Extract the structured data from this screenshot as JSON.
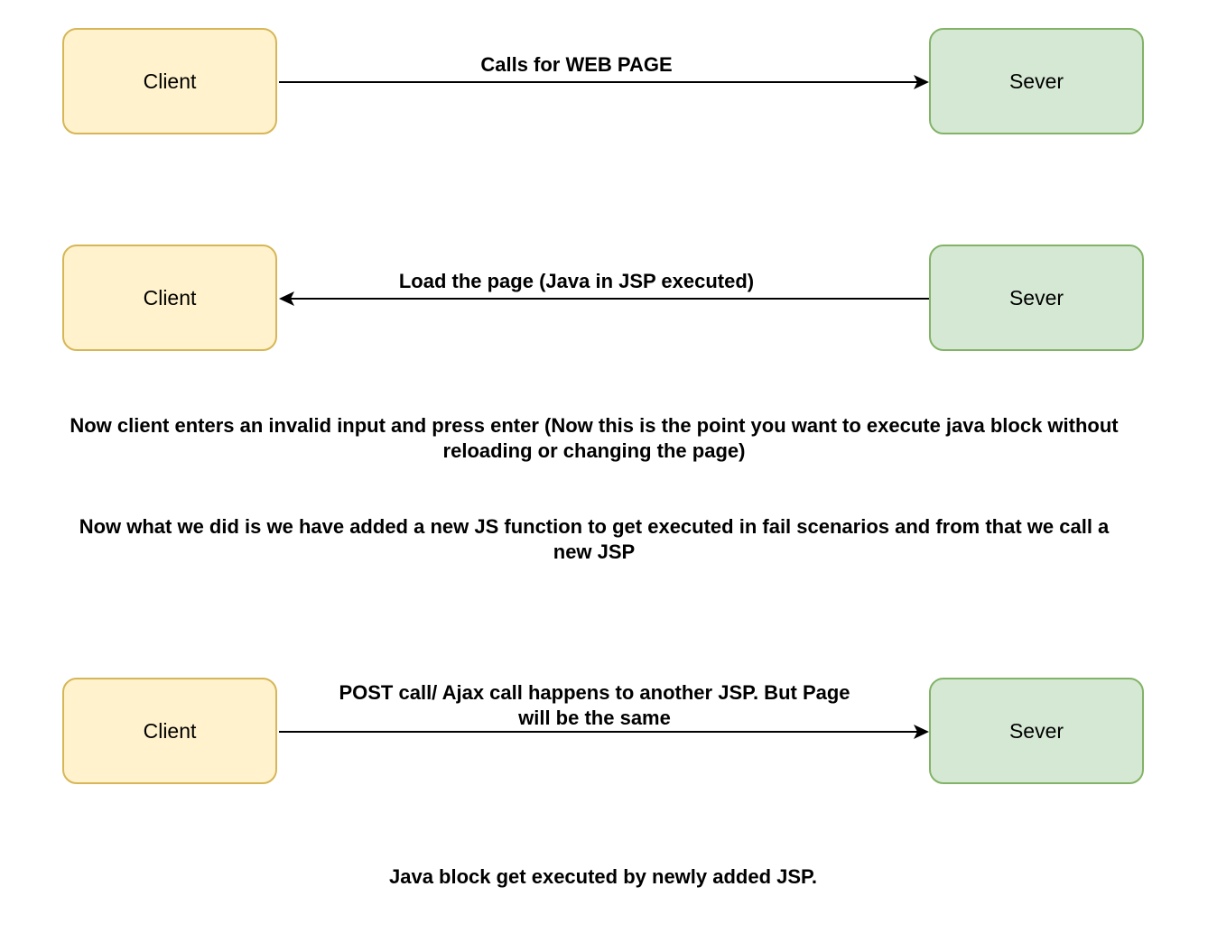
{
  "colors": {
    "client_fill": "#fff2cc",
    "client_border": "#d6b656",
    "server_fill": "#d5e8d4",
    "server_border": "#82b366",
    "line": "#000000"
  },
  "row1": {
    "client": "Client",
    "server": "Sever",
    "arrow_label": "Calls for WEB PAGE",
    "direction": "client-to-server"
  },
  "row2": {
    "client": "Client",
    "server": "Sever",
    "arrow_label": "Load the page (Java in JSP executed)",
    "direction": "server-to-client"
  },
  "note1": "Now client enters an invalid input and press enter (Now this is the point you want to execute java block without reloading or changing the page)",
  "note2": "Now what we did is we have added a new JS function to get executed in fail scenarios and from that we call a new JSP",
  "row3": {
    "client": "Client",
    "server": "Sever",
    "arrow_label_line1": "POST call/ Ajax call happens to another JSP. But Page",
    "arrow_label_line2": "will be the same",
    "direction": "client-to-server"
  },
  "note3": "Java block get executed by newly added JSP."
}
